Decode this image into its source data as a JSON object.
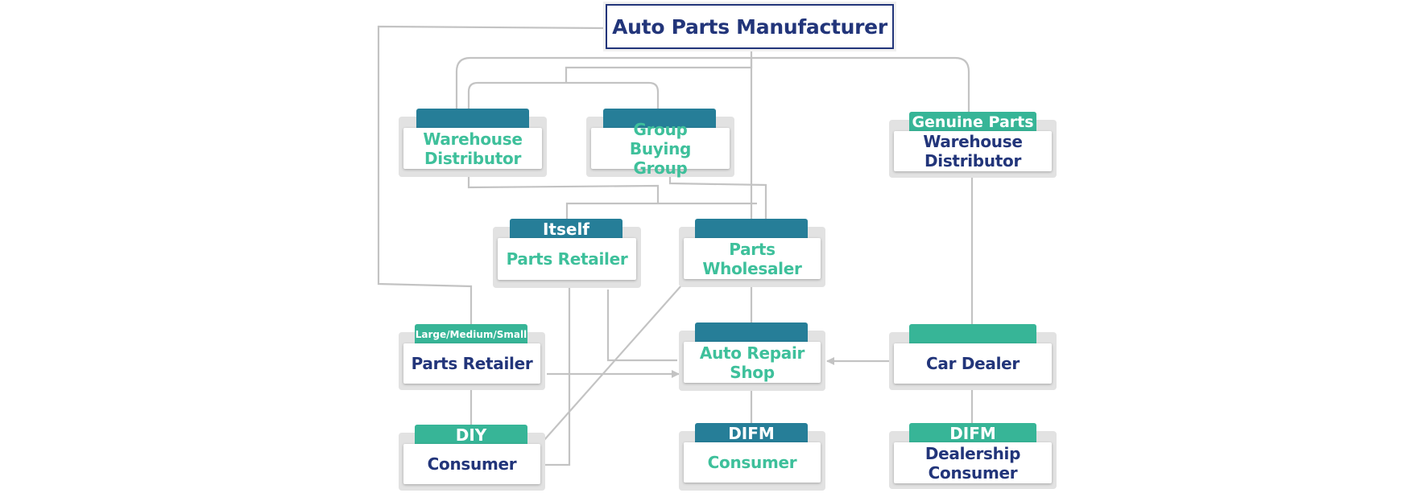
{
  "title": "Auto Parts Manufacturer",
  "nodes": {
    "warehouse_distributor": {
      "label": "Warehouse Distributor"
    },
    "group_buying_group": {
      "label": "Group Buying Group"
    },
    "genuine_parts_warehouse": {
      "tab": "Genuine Parts",
      "label": "Warehouse Distributor"
    },
    "itself_parts_retailer": {
      "tab": "Itself",
      "label": "Parts Retailer"
    },
    "parts_wholesaler": {
      "label": "Parts Wholesaler"
    },
    "lms_parts_retailer": {
      "tab": "Large/Medium/Small",
      "label": "Parts Retailer"
    },
    "auto_repair_shop": {
      "label": "Auto Repair Shop"
    },
    "car_dealer": {
      "label": "Car Dealer"
    },
    "diy_consumer": {
      "tab": "DIY",
      "label": "Consumer"
    },
    "difm_consumer": {
      "tab": "DIFM",
      "label": "Consumer"
    },
    "difm_dealership_consumer": {
      "tab": "DIFM",
      "label": "Dealership Consumer"
    }
  },
  "colors": {
    "navy": "#22357a",
    "teal_blue": "#267e98",
    "green": "#37b597",
    "green_text": "#3ec09b",
    "connector": "#c3c3c3"
  }
}
